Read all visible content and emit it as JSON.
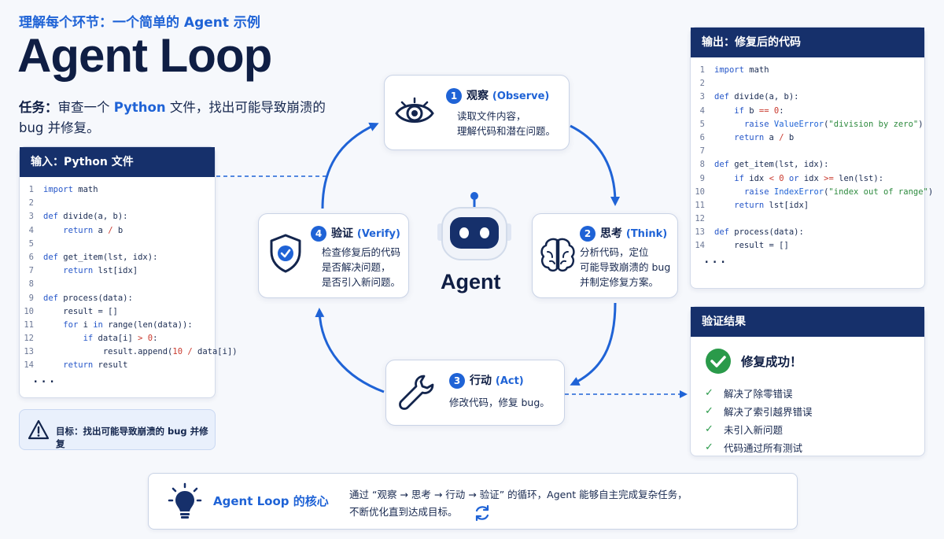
{
  "header": {
    "subtitle": "理解每个环节：一个简单的 Agent 示例",
    "title": "Agent Loop",
    "task_label": "任务：",
    "task_pre": "审查一个 ",
    "task_hl": "Python",
    "task_post": " 文件，找出可能导致崩溃的 bug 并修复。"
  },
  "input_panel": {
    "title": "输入：Python 文件",
    "lines": [
      {
        "n": "1",
        "code": "import math"
      },
      {
        "n": "2",
        "code": ""
      },
      {
        "n": "3",
        "code": "def divide(a, b):"
      },
      {
        "n": "4",
        "code": "    return a / b"
      },
      {
        "n": "5",
        "code": ""
      },
      {
        "n": "6",
        "code": "def get_item(lst, idx):"
      },
      {
        "n": "7",
        "code": "    return lst[idx]"
      },
      {
        "n": "8",
        "code": ""
      },
      {
        "n": "9",
        "code": "def process(data):"
      },
      {
        "n": "10",
        "code": "    result = []"
      },
      {
        "n": "11",
        "code": "    for i in range(len(data)):"
      },
      {
        "n": "12",
        "code": "        if data[i] > 0:"
      },
      {
        "n": "13",
        "code": "            result.append(10 / data[i])"
      },
      {
        "n": "14",
        "code": "    return result"
      }
    ],
    "ellipsis": "..."
  },
  "goal": {
    "text": "目标：找出可能导致崩溃的 bug 并修复"
  },
  "steps": {
    "observe": {
      "num": "1",
      "title": "观察",
      "en": "(Observe)",
      "desc": "读取文件内容，\n理解代码和潜在问题。"
    },
    "think": {
      "num": "2",
      "title": "思考",
      "en": "(Think)",
      "desc": "分析代码，定位\n可能导致崩溃的 bug\n并制定修复方案。"
    },
    "act": {
      "num": "3",
      "title": "行动",
      "en": "(Act)",
      "desc": "修改代码，修复 bug。"
    },
    "verify": {
      "num": "4",
      "title": "验证",
      "en": "(Verify)",
      "desc": "检查修复后的代码\n是否解决问题，\n是否引入新问题。"
    }
  },
  "agent": {
    "label": "Agent"
  },
  "output_panel": {
    "title": "输出：修复后的代码",
    "lines": [
      {
        "n": "1",
        "code": "import math"
      },
      {
        "n": "2",
        "code": ""
      },
      {
        "n": "3",
        "code": "def divide(a, b):"
      },
      {
        "n": "4",
        "code": "    if b == 0:"
      },
      {
        "n": "5",
        "code": "      raise ValueError(\"division by zero\")"
      },
      {
        "n": "6",
        "code": "    return a / b"
      },
      {
        "n": "7",
        "code": ""
      },
      {
        "n": "8",
        "code": "def get_item(lst, idx):"
      },
      {
        "n": "9",
        "code": "    if idx < 0 or idx >= len(lst):"
      },
      {
        "n": "10",
        "code": "      raise IndexError(\"index out of range\")"
      },
      {
        "n": "11",
        "code": "    return lst[idx]"
      },
      {
        "n": "12",
        "code": ""
      },
      {
        "n": "13",
        "code": "def process(data):"
      },
      {
        "n": "14",
        "code": "    result = []"
      }
    ],
    "ellipsis": "..."
  },
  "verify_panel": {
    "title": "验证结果",
    "success": "修复成功！",
    "items": [
      "解决了除零错误",
      "解决了索引越界错误",
      "未引入新问题",
      "代码通过所有测试"
    ]
  },
  "core": {
    "title": "Agent Loop 的核心",
    "desc": "通过 “观察 → 思考 → 行动 → 验证” 的循环，Agent 能够自主完成复杂任务，\n不断优化直到达成目标。"
  },
  "colors": {
    "accent": "#1f63d6",
    "navy": "#16306b",
    "success": "#2a9a4a"
  }
}
